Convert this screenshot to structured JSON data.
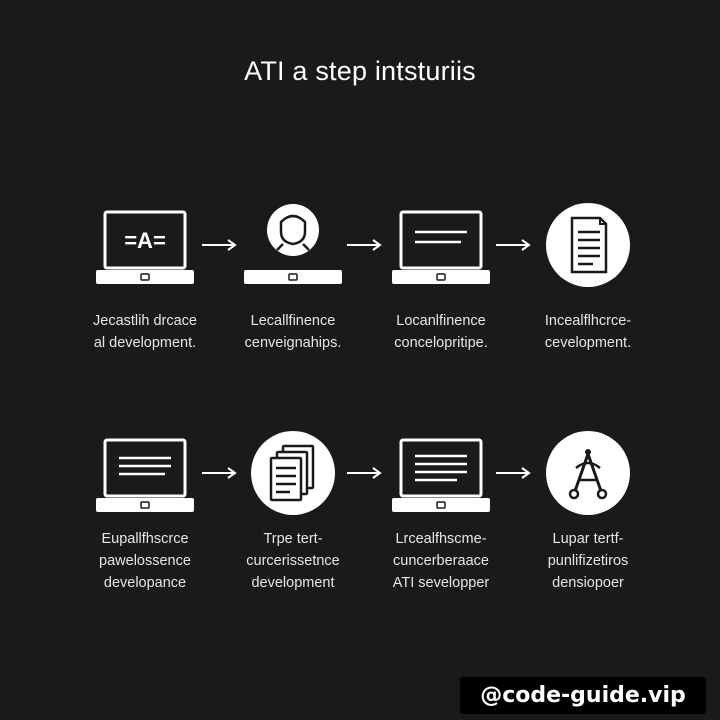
{
  "title": "ATI a step intsturiis",
  "rows": [
    {
      "steps": [
        {
          "icon": "laptop-a-icon",
          "label": [
            "Jecastlih drcace",
            "al development."
          ]
        },
        {
          "icon": "person-head-icon",
          "label": [
            "Lecallfinence",
            "cenveignahips."
          ]
        },
        {
          "icon": "laptop-text-icon",
          "label": [
            "Locanlfinence",
            "concelopritipe."
          ]
        },
        {
          "icon": "document-icon",
          "label": [
            "Incealflhcrce-",
            "cevelopment."
          ]
        }
      ]
    },
    {
      "steps": [
        {
          "icon": "laptop-lines-icon",
          "label": [
            "Eupallfhscrce",
            "pawelossence",
            "developance"
          ]
        },
        {
          "icon": "documents-stack-icon",
          "label": [
            "Trpe tert-",
            "curcerissetnce",
            "development"
          ]
        },
        {
          "icon": "laptop-text-icon",
          "label": [
            "Lrcealfhscme-",
            "cuncerberaace",
            "ATI sevelopper"
          ]
        },
        {
          "icon": "ai-logo-icon",
          "label": [
            "Lupar tertf-",
            "punlifizetiros",
            "densiopoer"
          ]
        }
      ]
    }
  ],
  "watermark": "@code-guide.vip"
}
